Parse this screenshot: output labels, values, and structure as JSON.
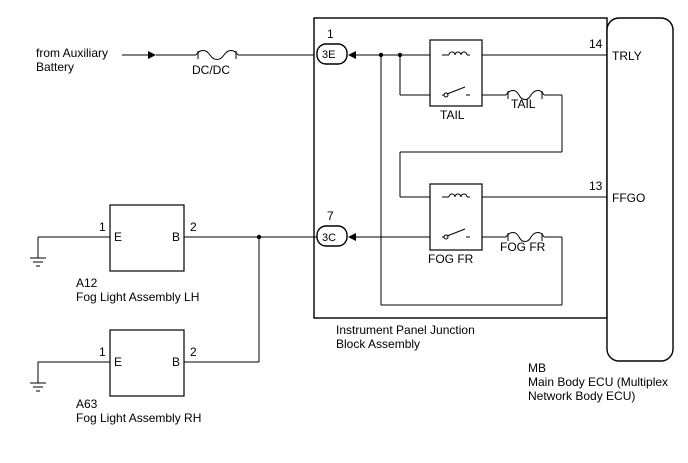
{
  "source": {
    "line1": "from Auxiliary",
    "line2": "Battery"
  },
  "fuse_dcdc": "DC/DC",
  "connectors": {
    "c3e": {
      "pin": "1",
      "label": "3E"
    },
    "c3c": {
      "pin": "7",
      "label": "3C"
    }
  },
  "relays": {
    "tail_relay": "TAIL",
    "tail_fuse": "TAIL",
    "fog_relay": "FOG FR",
    "fog_fuse": "FOG FR"
  },
  "ecu_pins": {
    "trly": {
      "pin": "14",
      "name": "TRLY"
    },
    "ffgo": {
      "pin": "13",
      "name": "FFGO"
    }
  },
  "junction_block": {
    "line1": "Instrument Panel Junction",
    "line2": "Block Assembly"
  },
  "ecu": {
    "code": "MB",
    "line1": "Main Body ECU (Multiplex",
    "line2": "Network Body ECU)"
  },
  "fog_lh": {
    "code": "A12",
    "name": "Fog Light Assembly LH",
    "pin_e": "1",
    "term_e": "E",
    "pin_b": "2",
    "term_b": "B"
  },
  "fog_rh": {
    "code": "A63",
    "name": "Fog Light Assembly RH",
    "pin_e": "1",
    "term_e": "E",
    "pin_b": "2",
    "term_b": "B"
  }
}
